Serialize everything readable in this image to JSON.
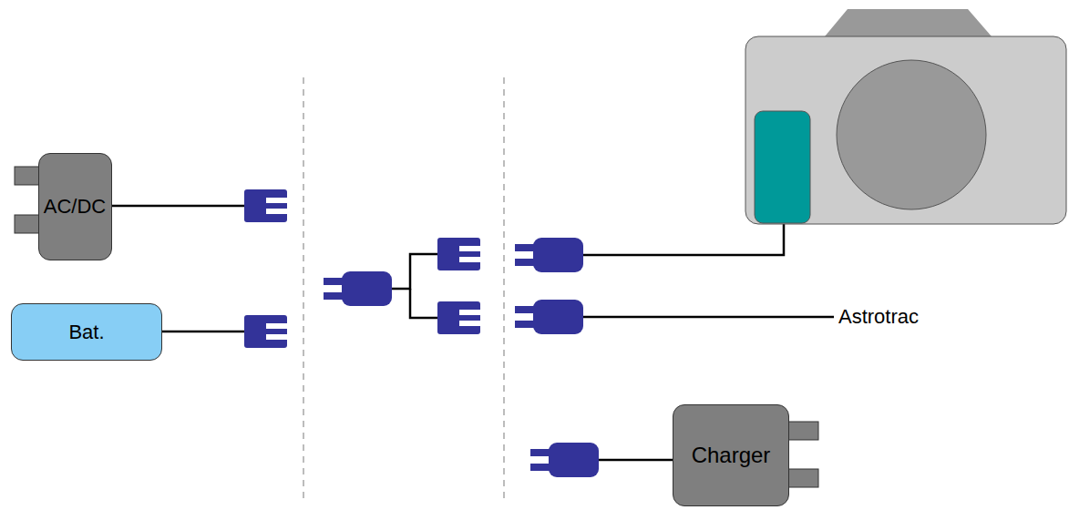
{
  "diagram": {
    "nodes": [
      {
        "text": [
          "AC/DC"
        ]
      },
      {
        "text": [
          "Bat."
        ]
      },
      {
        "text": [
          "Charger"
        ]
      }
    ],
    "labels": [
      "Astrotrac"
    ]
  }
}
